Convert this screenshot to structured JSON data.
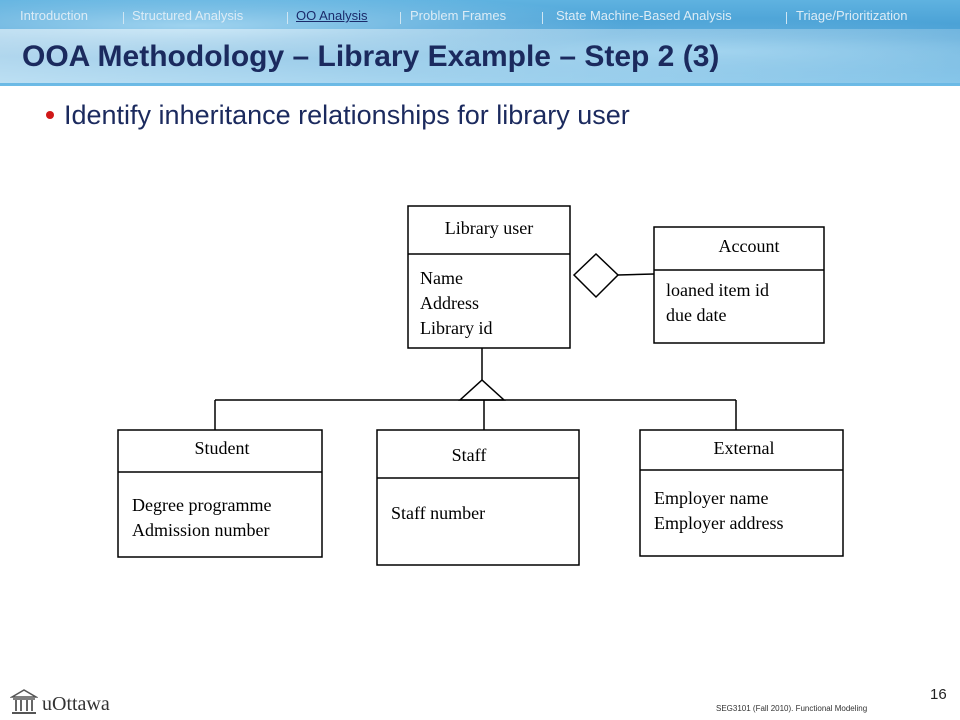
{
  "nav": {
    "items": [
      "Introduction",
      "Structured Analysis",
      "OO Analysis",
      "Problem Frames",
      "State Machine-Based Analysis",
      "Triage/Prioritization"
    ],
    "active_index": 2
  },
  "title": "OOA Methodology – Library Example – Step 2 (3)",
  "bullet": "Identify inheritance relationships for library user",
  "diagram": {
    "classes": {
      "library_user": {
        "name": "Library user",
        "attributes": [
          "Name",
          "Address",
          "Library id"
        ]
      },
      "account": {
        "name": "Account",
        "attributes": [
          "loaned item id",
          "due date"
        ]
      },
      "student": {
        "name": "Student",
        "attributes": [
          "Degree programme",
          "Admission number"
        ]
      },
      "staff": {
        "name": "Staff",
        "attributes": [
          "Staff number"
        ]
      },
      "external": {
        "name": "External",
        "attributes": [
          "Employer name",
          "Employer address"
        ]
      }
    }
  },
  "footer": {
    "brand": "uOttawa",
    "course": "SEG3101 (Fall 2010).   Functional Modeling",
    "page": "16"
  },
  "colors": {
    "title": "#1b2a5e",
    "bullet": "#d01818",
    "header": "#4aa3d8"
  }
}
